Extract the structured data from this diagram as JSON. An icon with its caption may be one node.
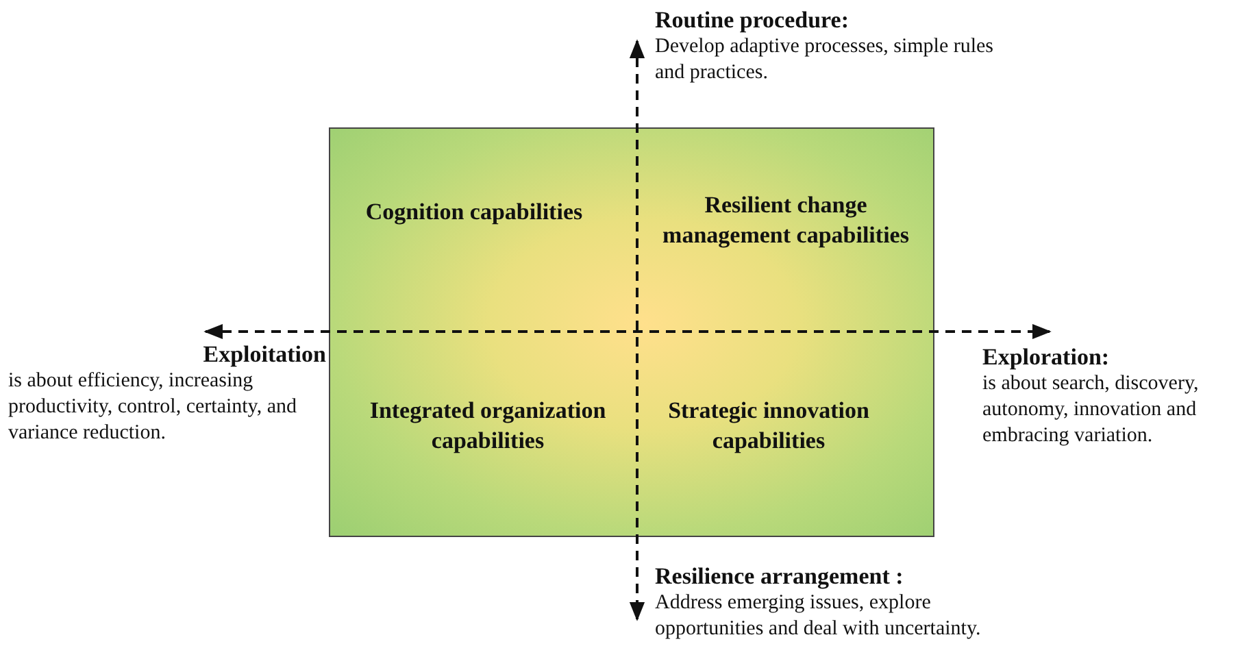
{
  "diagram": {
    "nodes": [
      {
        "text": [],
        "shape": "box"
      },
      {
        "text": [
          "Cognition capabilities"
        ],
        "in": 0
      },
      {
        "text": [
          "Resilient change management capabilities"
        ],
        "in": 0
      },
      {
        "text": [
          "Integrated organization capabilities"
        ],
        "in": 0
      },
      {
        "text": [
          "Strategic innovation capabilities"
        ],
        "in": 0
      },
      {
        "text": [
          "Routine procedure:",
          "Develop adaptive processes, simple rules and practices."
        ]
      },
      {
        "text": [
          "Exploitation",
          "is about efficiency, increasing productivity, control, certainty, and variance reduction."
        ]
      },
      {
        "text": [
          "Exploration:",
          "is about search, discovery, autonomy, innovation and embracing variation."
        ]
      },
      {
        "text": [
          "Resilience arrangement :",
          "Address emerging issues, explore opportunities and deal with uncertainty."
        ]
      }
    ],
    "edges": [
      {
        "from": 6,
        "to": 7,
        "arrow": "both",
        "style": "dashed"
      },
      {
        "from": 5,
        "to": 8,
        "arrow": "both",
        "style": "dashed"
      }
    ]
  }
}
